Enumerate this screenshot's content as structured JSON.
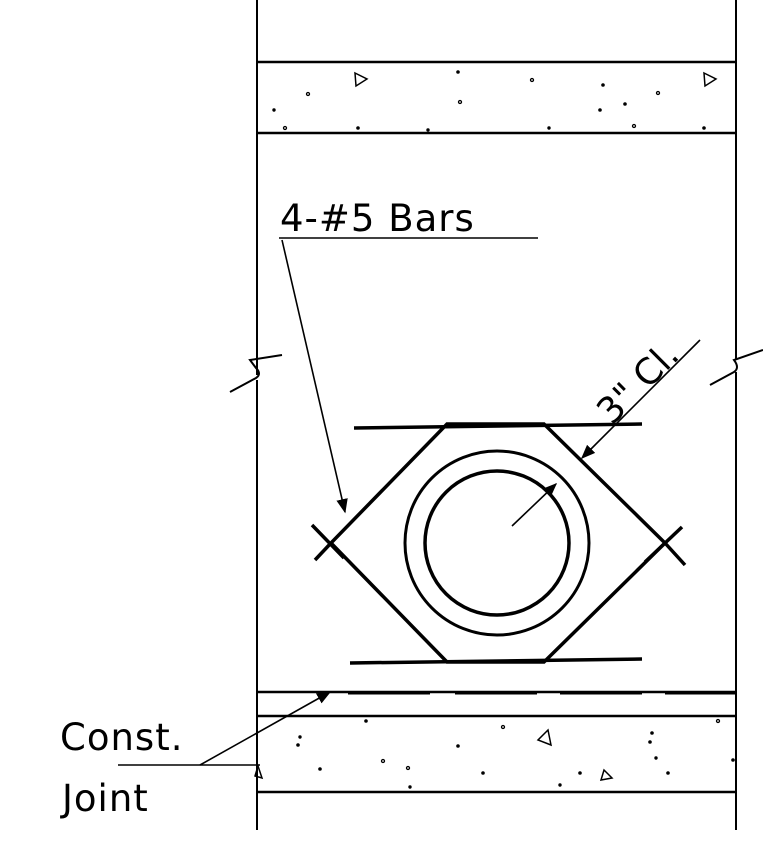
{
  "labels": {
    "bars": "4-#5 Bars",
    "clearance": "3\" Cl.",
    "joint_line1": "Const.",
    "joint_line2": "Joint"
  },
  "colors": {
    "ink": "#000000",
    "background": "#ffffff"
  }
}
